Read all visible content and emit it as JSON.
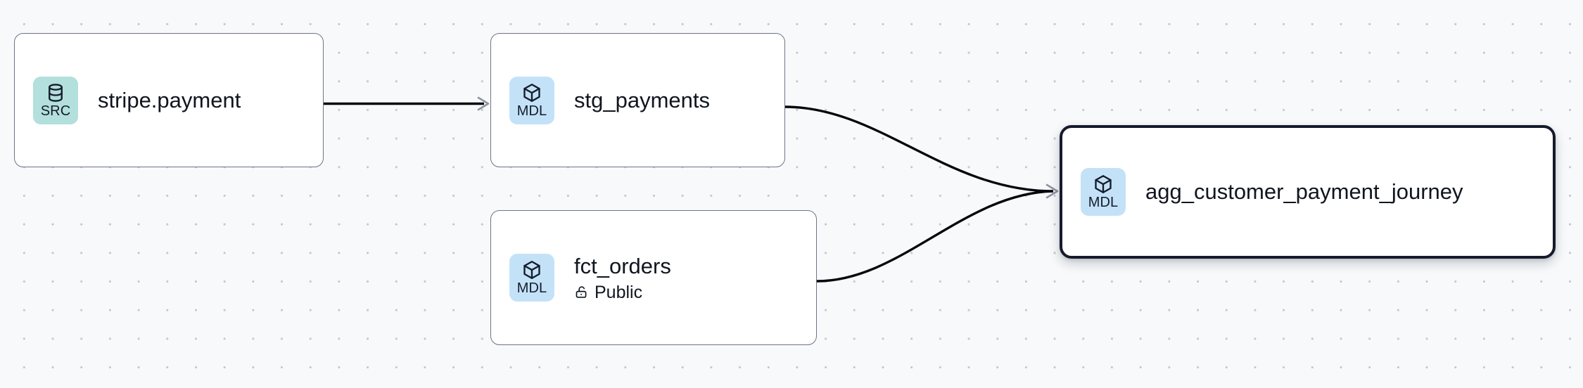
{
  "graph": {
    "background_color": "#f7f9fb",
    "grid_dot_color": "#c3c8d2",
    "edge_color": "#05070d",
    "arrowhead_color": "#8d93a1"
  },
  "badges": {
    "source": {
      "code": "SRC",
      "color": "#b3dfdc",
      "icon": "database-icon"
    },
    "model": {
      "code": "MDL",
      "color": "#c3e2f8",
      "icon": "cube-icon"
    }
  },
  "nodes": [
    {
      "id": "stripe-payment",
      "title": "stripe.payment",
      "badge_code": "SRC",
      "badge_icon": "database-icon",
      "selected": false
    },
    {
      "id": "stg-payments",
      "title": "stg_payments",
      "badge_code": "MDL",
      "badge_icon": "cube-icon",
      "selected": false
    },
    {
      "id": "fct-orders",
      "title": "fct_orders",
      "badge_code": "MDL",
      "badge_icon": "cube-icon",
      "visibility_label": "Public",
      "visibility_icon": "unlock-icon",
      "selected": false
    },
    {
      "id": "agg-journey",
      "title": "agg_customer_payment_journey",
      "badge_code": "MDL",
      "badge_icon": "cube-icon",
      "selected": true
    }
  ],
  "edges": [
    {
      "id": "edge-stripe-to-stg",
      "from": "stripe-payment",
      "to": "stg-payments",
      "style": "straight"
    },
    {
      "id": "edge-stg-to-agg",
      "from": "stg-payments",
      "to": "agg-journey",
      "style": "bezier"
    },
    {
      "id": "edge-fct-to-agg",
      "from": "fct-orders",
      "to": "agg-journey",
      "style": "bezier"
    }
  ]
}
